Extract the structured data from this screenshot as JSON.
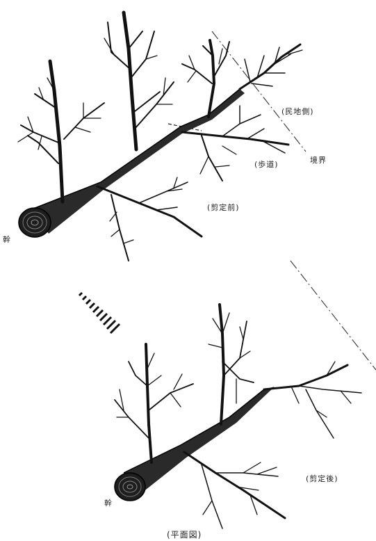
{
  "labels": {
    "residential_side": "(民地側)",
    "sidewalk": "(歩道)",
    "boundary": "境界",
    "before_pruning": "(剪定前)",
    "trunk_top": "幹",
    "after_pruning": "(剪定後)",
    "trunk_bottom": "幹",
    "plan_view": "(平面図)"
  },
  "colors": {
    "ink": "#111111",
    "trunk": "#2a2a2a",
    "background": "#ffffff"
  },
  "icons": {
    "transition_arrow": "hatched-arrow-down-right"
  }
}
